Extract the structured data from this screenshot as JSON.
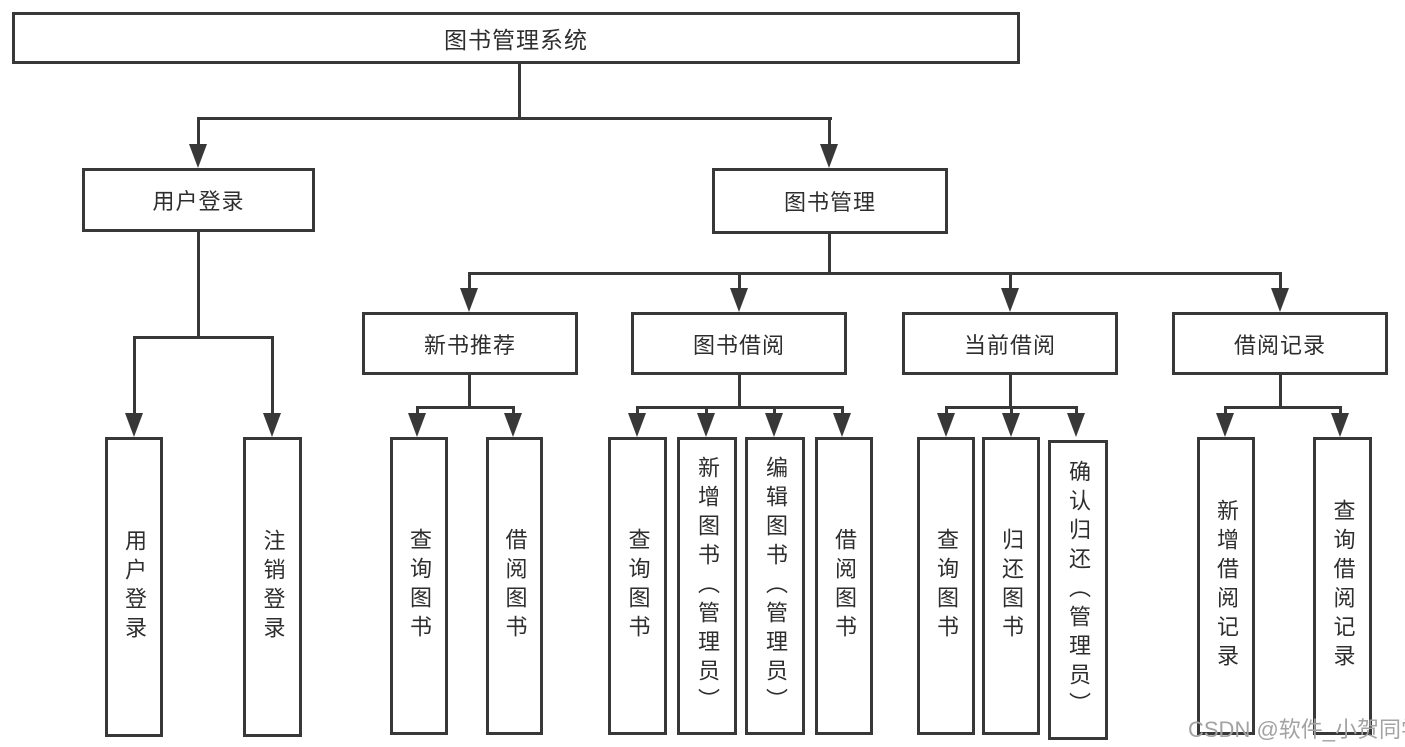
{
  "nodes": {
    "root": "图书管理系统",
    "user_login": "用户登录",
    "book_mgmt": "图书管理",
    "new_books": "新书推荐",
    "book_borrow": "图书借阅",
    "current_borrow": "当前借阅",
    "borrow_records": "借阅记录",
    "leaf_user_login": "用户登录",
    "leaf_logout": "注销登录",
    "leaf_nb_search": "查询图书",
    "leaf_nb_borrow": "借阅图书",
    "leaf_bb_search": "查询图书",
    "leaf_bb_add": "新增图书（管理员）",
    "leaf_bb_edit": "编辑图书（管理员）",
    "leaf_bb_borrow": "借阅图书",
    "leaf_cb_search": "查询图书",
    "leaf_cb_return": "归还图书",
    "leaf_cb_confirm": "确认归还（管理员）",
    "leaf_br_add": "新增借阅记录",
    "leaf_br_search": "查询借阅记录"
  },
  "watermark": "CSDN @软件_小贺同学"
}
